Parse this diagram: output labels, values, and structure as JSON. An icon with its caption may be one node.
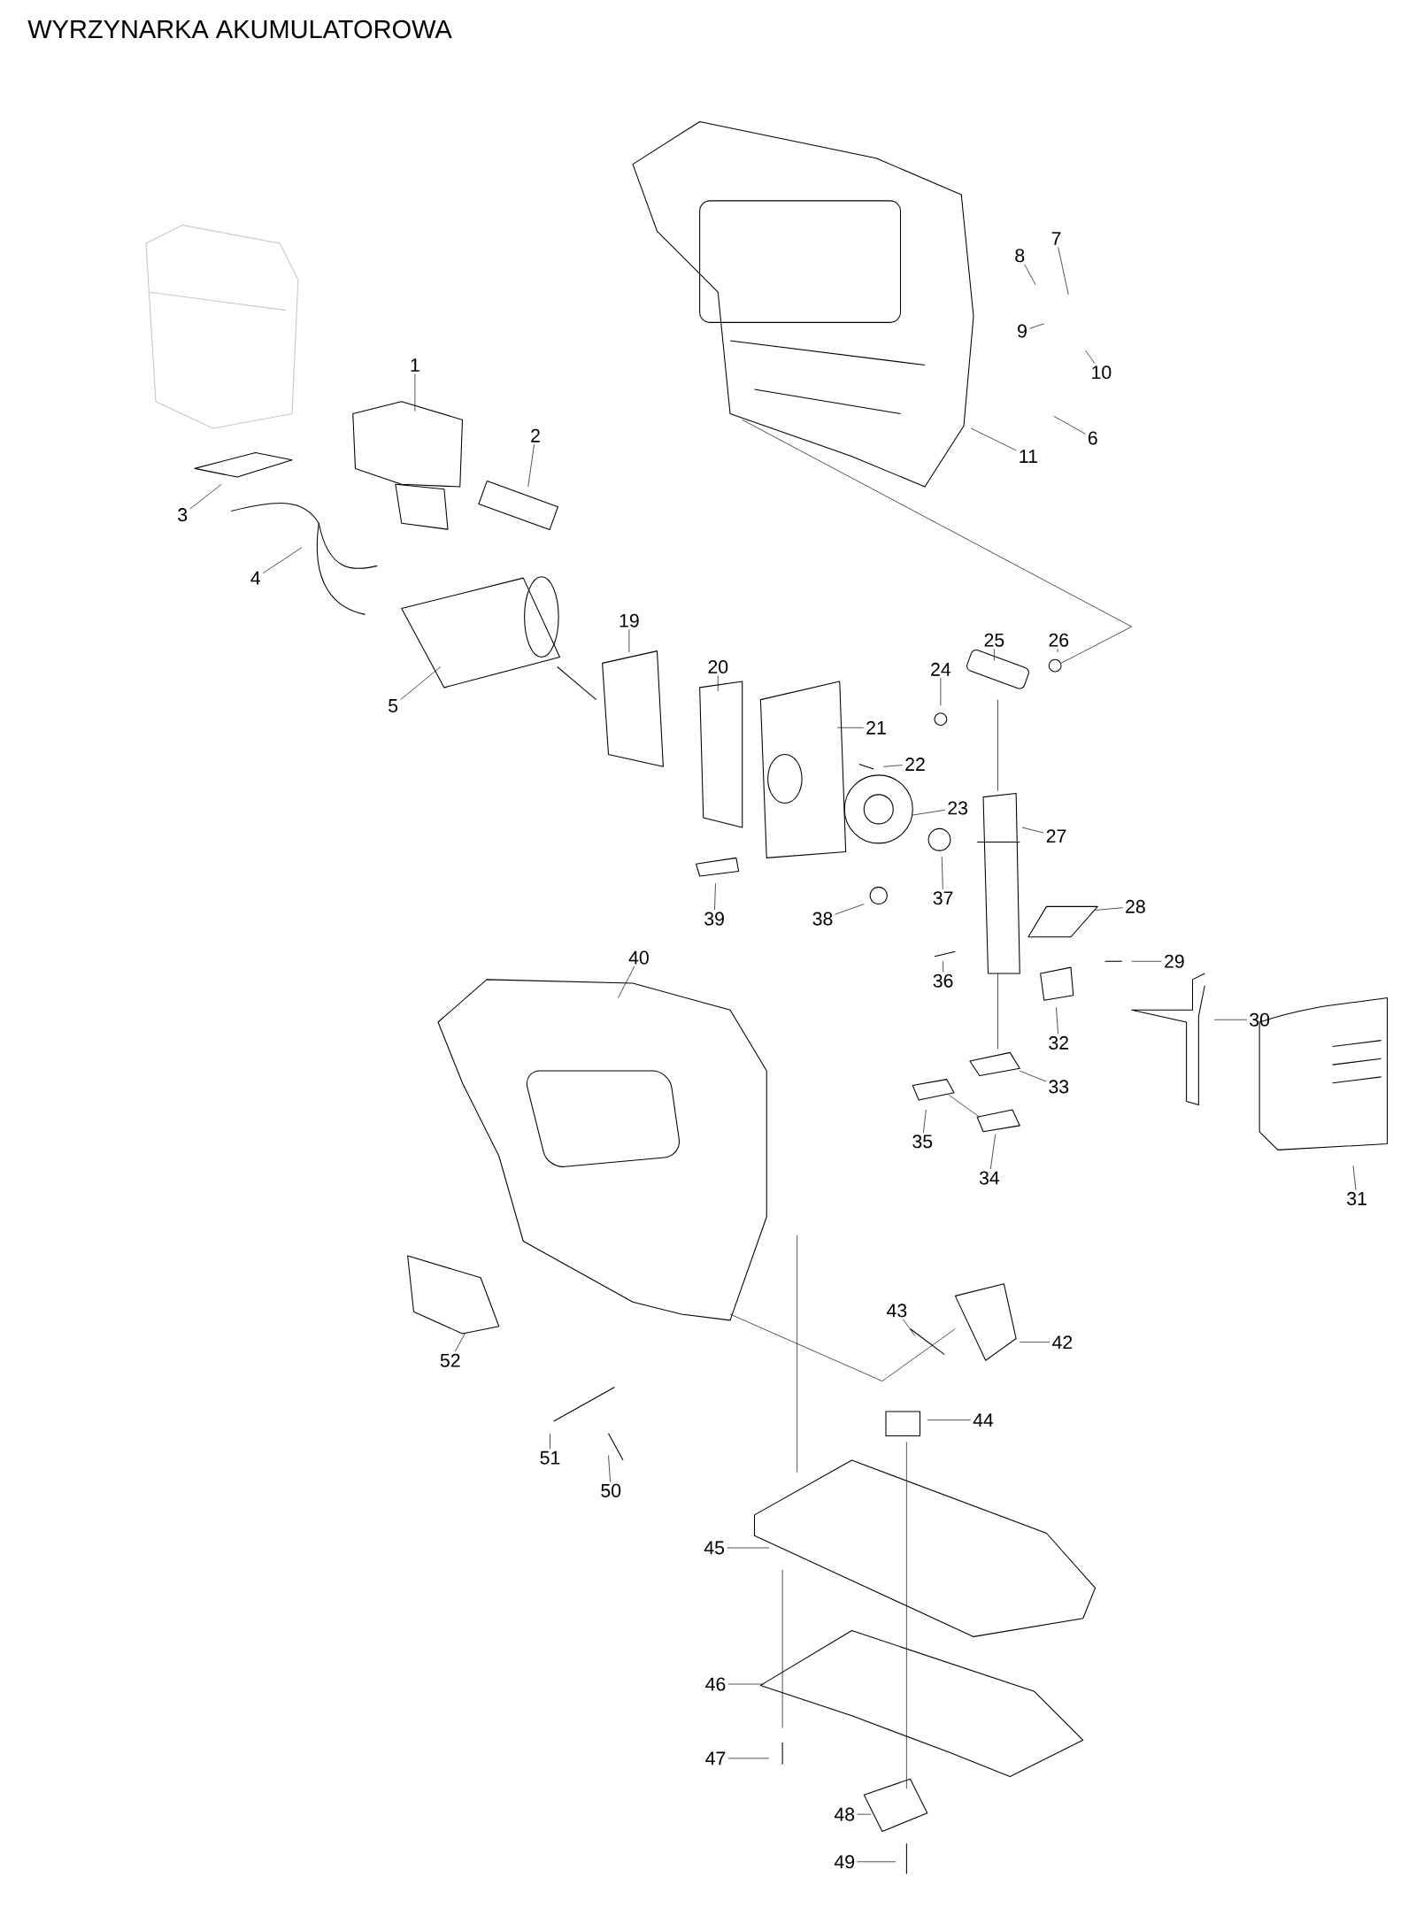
{
  "diagram": {
    "title": "WYRZYNARKA AKUMULATOROWA",
    "nodes": [
      {
        "text": [
          "1"
        ]
      },
      {
        "text": [
          "2"
        ]
      },
      {
        "text": [
          "3"
        ]
      },
      {
        "text": [
          "4"
        ]
      },
      {
        "text": [
          "5"
        ]
      },
      {
        "text": [
          "6"
        ]
      },
      {
        "text": [
          "7"
        ]
      },
      {
        "text": [
          "8"
        ]
      },
      {
        "text": [
          "9"
        ]
      },
      {
        "text": [
          "10"
        ]
      },
      {
        "text": [
          "11"
        ]
      },
      {
        "text": [
          "19"
        ]
      },
      {
        "text": [
          "20"
        ]
      },
      {
        "text": [
          "21"
        ]
      },
      {
        "text": [
          "22"
        ]
      },
      {
        "text": [
          "23"
        ]
      },
      {
        "text": [
          "24"
        ]
      },
      {
        "text": [
          "25"
        ]
      },
      {
        "text": [
          "26"
        ]
      },
      {
        "text": [
          "27"
        ]
      },
      {
        "text": [
          "28"
        ]
      },
      {
        "text": [
          "29"
        ]
      },
      {
        "text": [
          "30"
        ]
      },
      {
        "text": [
          "31"
        ]
      },
      {
        "text": [
          "32"
        ]
      },
      {
        "text": [
          "33"
        ]
      },
      {
        "text": [
          "34"
        ]
      },
      {
        "text": [
          "35"
        ]
      },
      {
        "text": [
          "36"
        ]
      },
      {
        "text": [
          "37"
        ]
      },
      {
        "text": [
          "38"
        ]
      },
      {
        "text": [
          "39"
        ]
      },
      {
        "text": [
          "40"
        ]
      },
      {
        "text": [
          "42"
        ]
      },
      {
        "text": [
          "43"
        ]
      },
      {
        "text": [
          "44"
        ]
      },
      {
        "text": [
          "45"
        ]
      },
      {
        "text": [
          "46"
        ]
      },
      {
        "text": [
          "47"
        ]
      },
      {
        "text": [
          "48"
        ]
      },
      {
        "text": [
          "49"
        ]
      },
      {
        "text": [
          "50"
        ]
      },
      {
        "text": [
          "51"
        ]
      },
      {
        "text": [
          "52"
        ]
      }
    ],
    "edges": [
      {
        "from": 0,
        "to": null,
        "arrow": "none"
      },
      {
        "from": 1,
        "to": null,
        "arrow": "none"
      },
      {
        "from": 2,
        "to": null,
        "arrow": "none"
      },
      {
        "from": 3,
        "to": null,
        "arrow": "none"
      },
      {
        "from": 4,
        "to": null,
        "arrow": "none"
      },
      {
        "from": 5,
        "to": null,
        "arrow": "none"
      },
      {
        "from": 6,
        "to": null,
        "arrow": "none"
      },
      {
        "from": 7,
        "to": null,
        "arrow": "none"
      },
      {
        "from": 8,
        "to": null,
        "arrow": "none"
      },
      {
        "from": 9,
        "to": null,
        "arrow": "none"
      },
      {
        "from": 10,
        "to": null,
        "arrow": "none"
      },
      {
        "from": 11,
        "to": null,
        "arrow": "none"
      },
      {
        "from": 12,
        "to": null,
        "arrow": "none"
      },
      {
        "from": 13,
        "to": null,
        "arrow": "none"
      },
      {
        "from": 14,
        "to": null,
        "arrow": "none"
      },
      {
        "from": 15,
        "to": null,
        "arrow": "none"
      },
      {
        "from": 16,
        "to": null,
        "arrow": "none"
      },
      {
        "from": 17,
        "to": null,
        "arrow": "none"
      },
      {
        "from": 18,
        "to": null,
        "arrow": "none"
      },
      {
        "from": 19,
        "to": null,
        "arrow": "none"
      },
      {
        "from": 20,
        "to": null,
        "arrow": "none"
      },
      {
        "from": 21,
        "to": null,
        "arrow": "none"
      },
      {
        "from": 22,
        "to": null,
        "arrow": "none"
      },
      {
        "from": 23,
        "to": null,
        "arrow": "none"
      },
      {
        "from": 24,
        "to": null,
        "arrow": "none"
      },
      {
        "from": 25,
        "to": null,
        "arrow": "none"
      },
      {
        "from": 26,
        "to": null,
        "arrow": "none"
      },
      {
        "from": 27,
        "to": null,
        "arrow": "none"
      },
      {
        "from": 28,
        "to": null,
        "arrow": "none"
      },
      {
        "from": 29,
        "to": null,
        "arrow": "none"
      },
      {
        "from": 30,
        "to": null,
        "arrow": "none"
      },
      {
        "from": 31,
        "to": null,
        "arrow": "none"
      },
      {
        "from": 32,
        "to": null,
        "arrow": "none"
      },
      {
        "from": 33,
        "to": null,
        "arrow": "none"
      },
      {
        "from": 34,
        "to": null,
        "arrow": "none"
      },
      {
        "from": 35,
        "to": null,
        "arrow": "none"
      },
      {
        "from": 36,
        "to": null,
        "arrow": "none"
      },
      {
        "from": 37,
        "to": null,
        "arrow": "none"
      },
      {
        "from": 38,
        "to": null,
        "arrow": "none"
      },
      {
        "from": 39,
        "to": null,
        "arrow": "none"
      },
      {
        "from": 40,
        "to": null,
        "arrow": "none"
      },
      {
        "from": 41,
        "to": null,
        "arrow": "none"
      },
      {
        "from": 42,
        "to": null,
        "arrow": "none"
      },
      {
        "from": 43,
        "to": null,
        "arrow": "none"
      }
    ]
  }
}
